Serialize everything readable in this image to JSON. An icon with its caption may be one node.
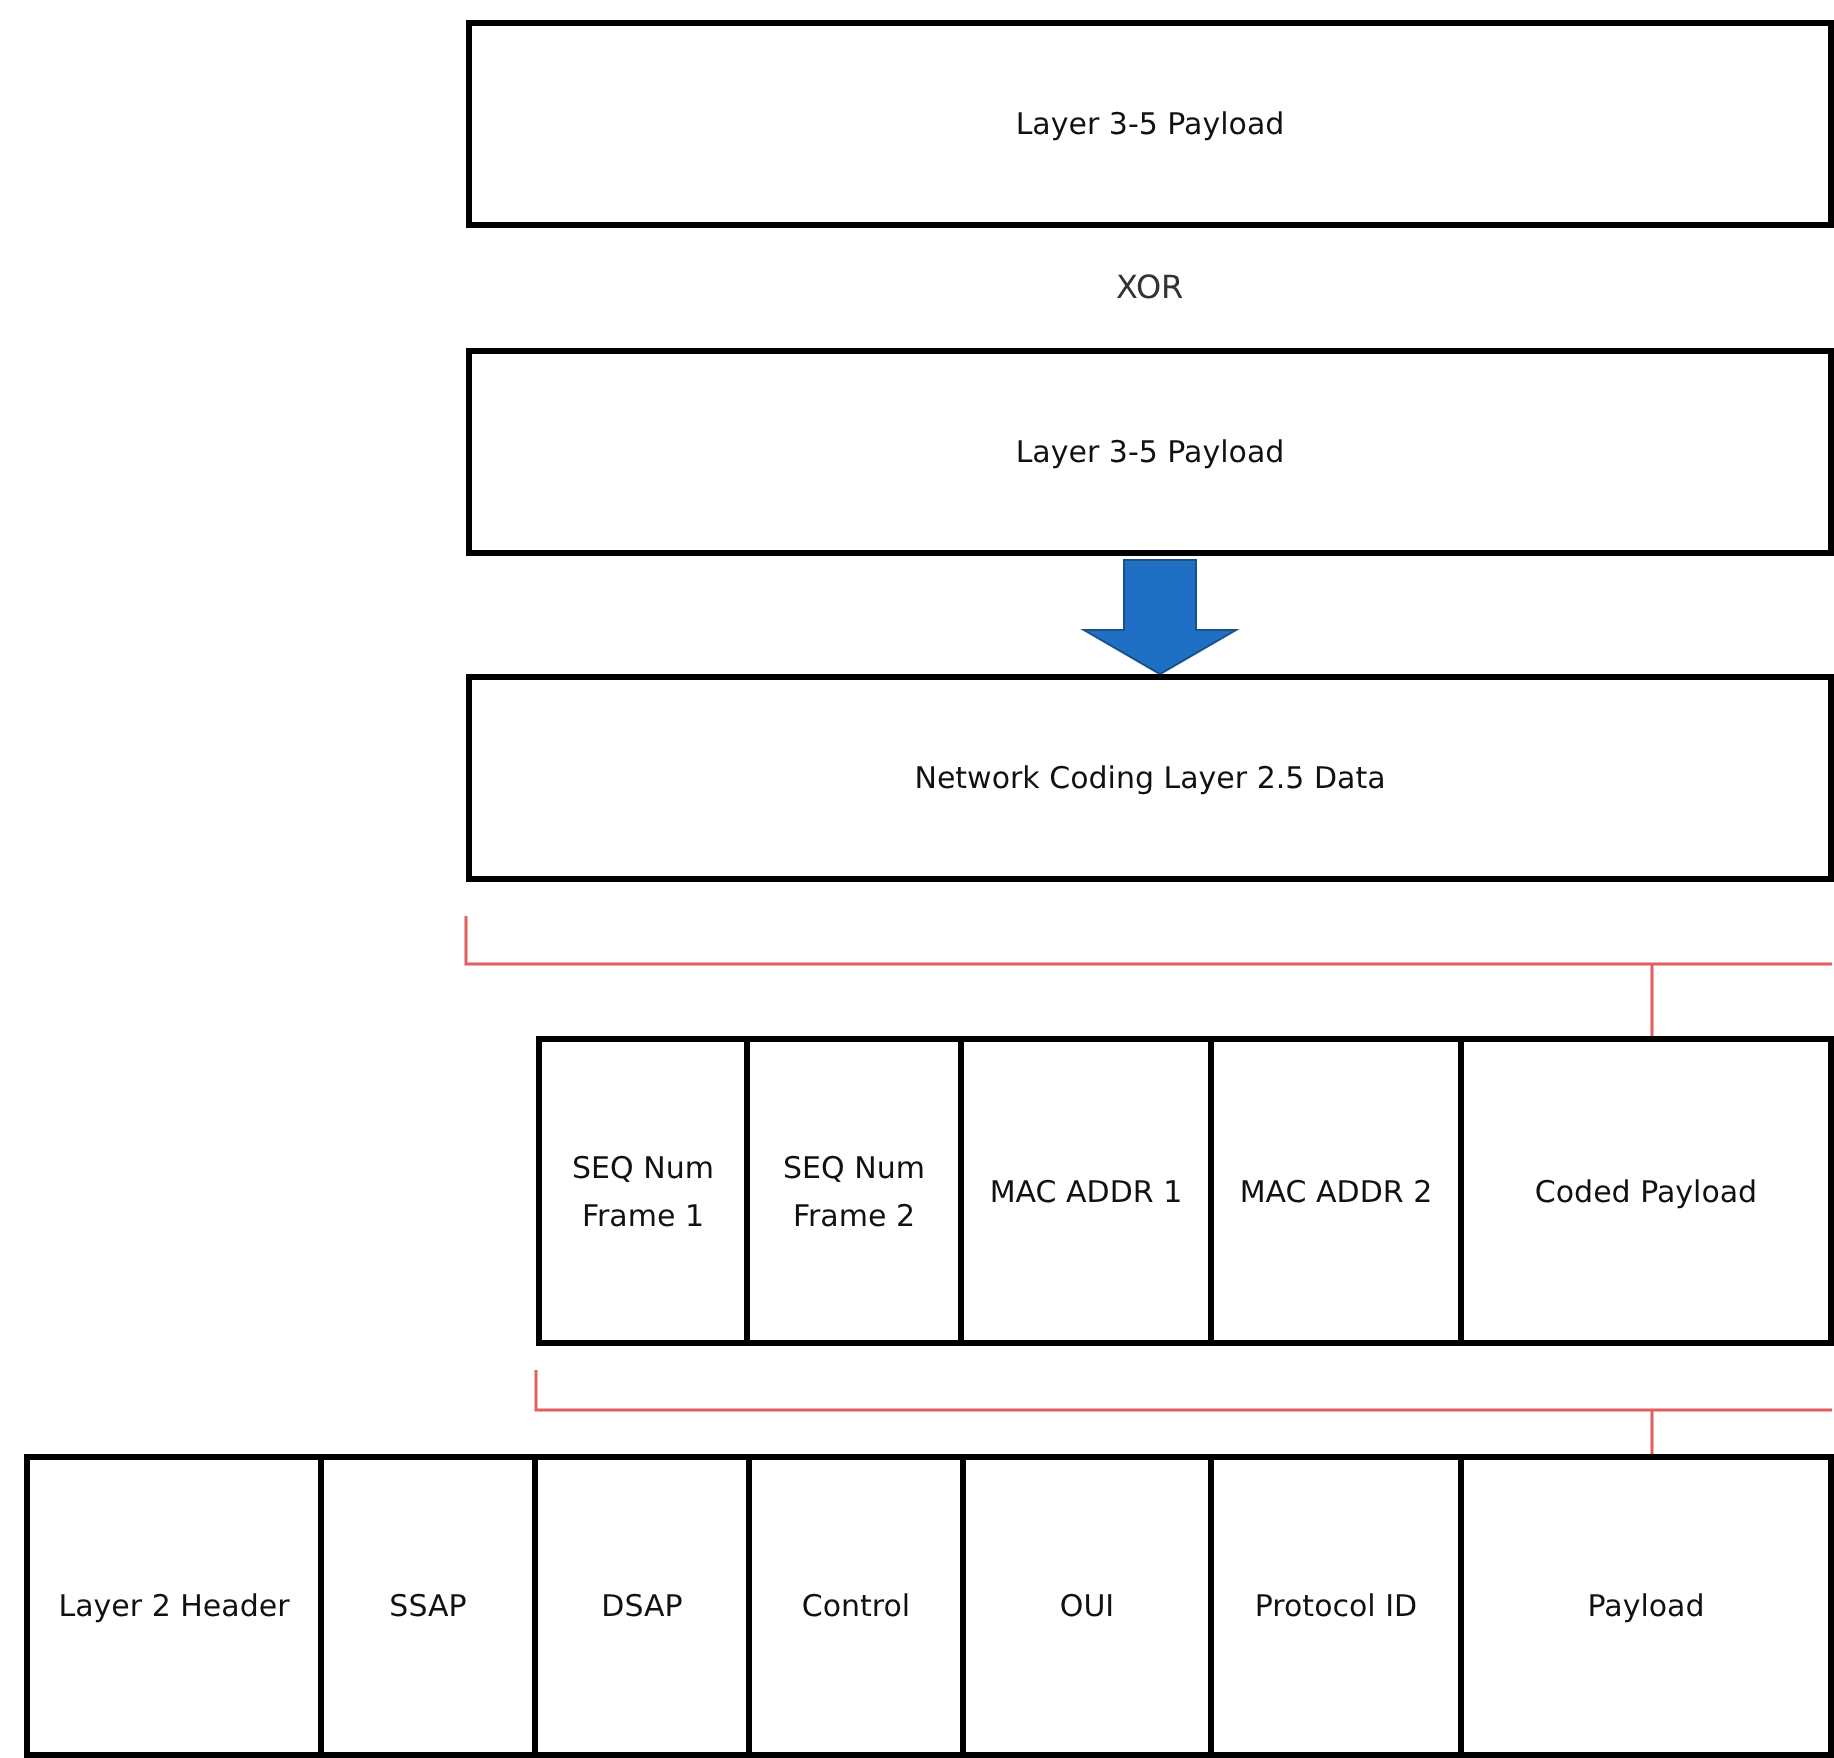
{
  "diagram": {
    "nodes": [
      {
        "text": [
          "Layer 3-5 Payload"
        ]
      },
      {
        "text": [
          "Layer 3-5 Payload"
        ]
      },
      {
        "text": [
          "Network Coding Layer 2.5 Data"
        ]
      },
      {
        "text": [
          "SEQ Num Frame 1"
        ]
      },
      {
        "text": [
          "SEQ Num Frame 2"
        ]
      },
      {
        "text": [
          "MAC ADDR 1"
        ]
      },
      {
        "text": [
          "MAC ADDR 2"
        ]
      },
      {
        "text": [
          "Coded Payload"
        ]
      },
      {
        "text": [
          "Layer 2 Header"
        ]
      },
      {
        "text": [
          "SSAP"
        ]
      },
      {
        "text": [
          "DSAP"
        ]
      },
      {
        "text": [
          "Control"
        ]
      },
      {
        "text": [
          "OUI"
        ]
      },
      {
        "text": [
          "Protocol ID"
        ]
      },
      {
        "text": [
          "Payload"
        ]
      }
    ],
    "edges": [
      {
        "from": 1,
        "to": 2,
        "arrow": "to",
        "style": "thick",
        "color": "#1f6fc5"
      }
    ],
    "labels": [
      "XOR"
    ]
  }
}
